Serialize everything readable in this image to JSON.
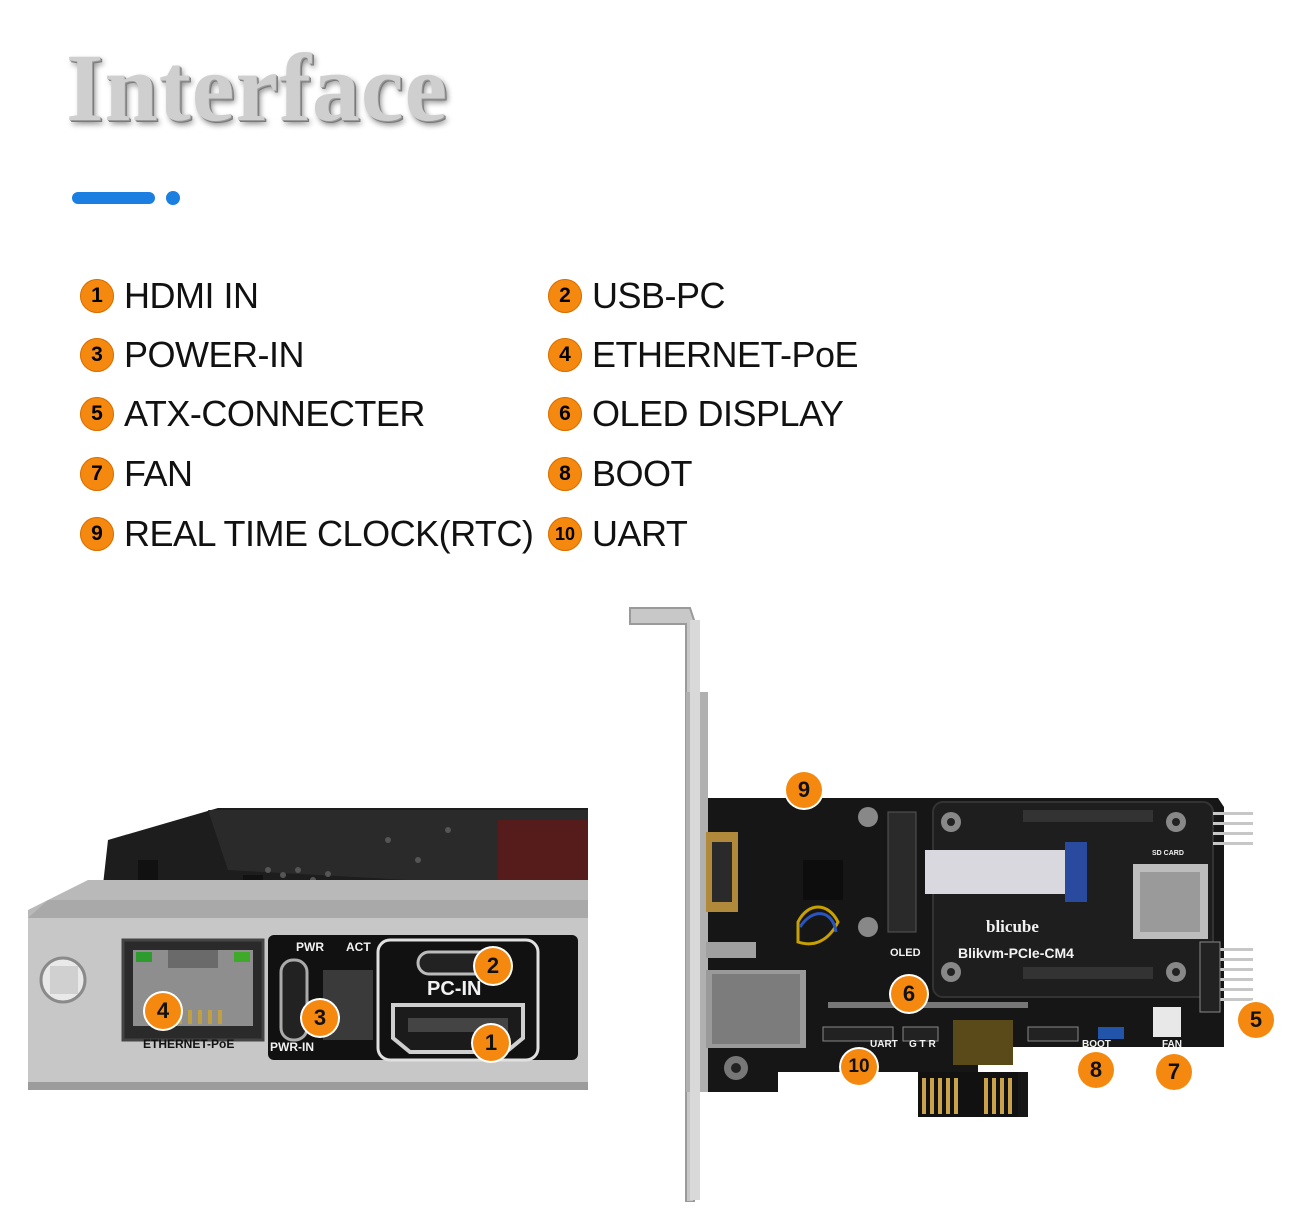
{
  "header": {
    "title": "Interface"
  },
  "colors": {
    "accent_blue": "#1a7fe0",
    "badge_orange": "#f5890f",
    "pcb_black": "#151515",
    "bracket_metal": "#bfbfbf"
  },
  "legend": [
    {
      "num": "1",
      "label": "HDMI IN"
    },
    {
      "num": "2",
      "label": "USB-PC"
    },
    {
      "num": "3",
      "label": "POWER-IN"
    },
    {
      "num": "4",
      "label": "ETHERNET-PoE"
    },
    {
      "num": "5",
      "label": "ATX-CONNECTER"
    },
    {
      "num": "6",
      "label": "OLED DISPLAY"
    },
    {
      "num": "7",
      "label": "FAN"
    },
    {
      "num": "8",
      "label": "BOOT"
    },
    {
      "num": "9",
      "label": "REAL TIME CLOCK(RTC)"
    },
    {
      "num": "10",
      "label": "UART"
    }
  ],
  "left_photo": {
    "silkscreen": {
      "pwr": "PWR",
      "act": "ACT",
      "pc_in": "PC-IN",
      "ethernet": "ETHERNET-PoE",
      "pwr_in": "PWR-IN"
    },
    "callouts": [
      "1",
      "2",
      "3",
      "4"
    ]
  },
  "right_photo": {
    "silkscreen": {
      "brand": "blicube",
      "model": "Blikvm-PCIe-CM4",
      "oled": "OLED",
      "uart": "UART",
      "gtr": "G T R",
      "boot": "BOOT",
      "fan": "FAN",
      "sd_card": "SD CARD"
    },
    "callouts": [
      "5",
      "6",
      "7",
      "8",
      "9",
      "10"
    ]
  }
}
